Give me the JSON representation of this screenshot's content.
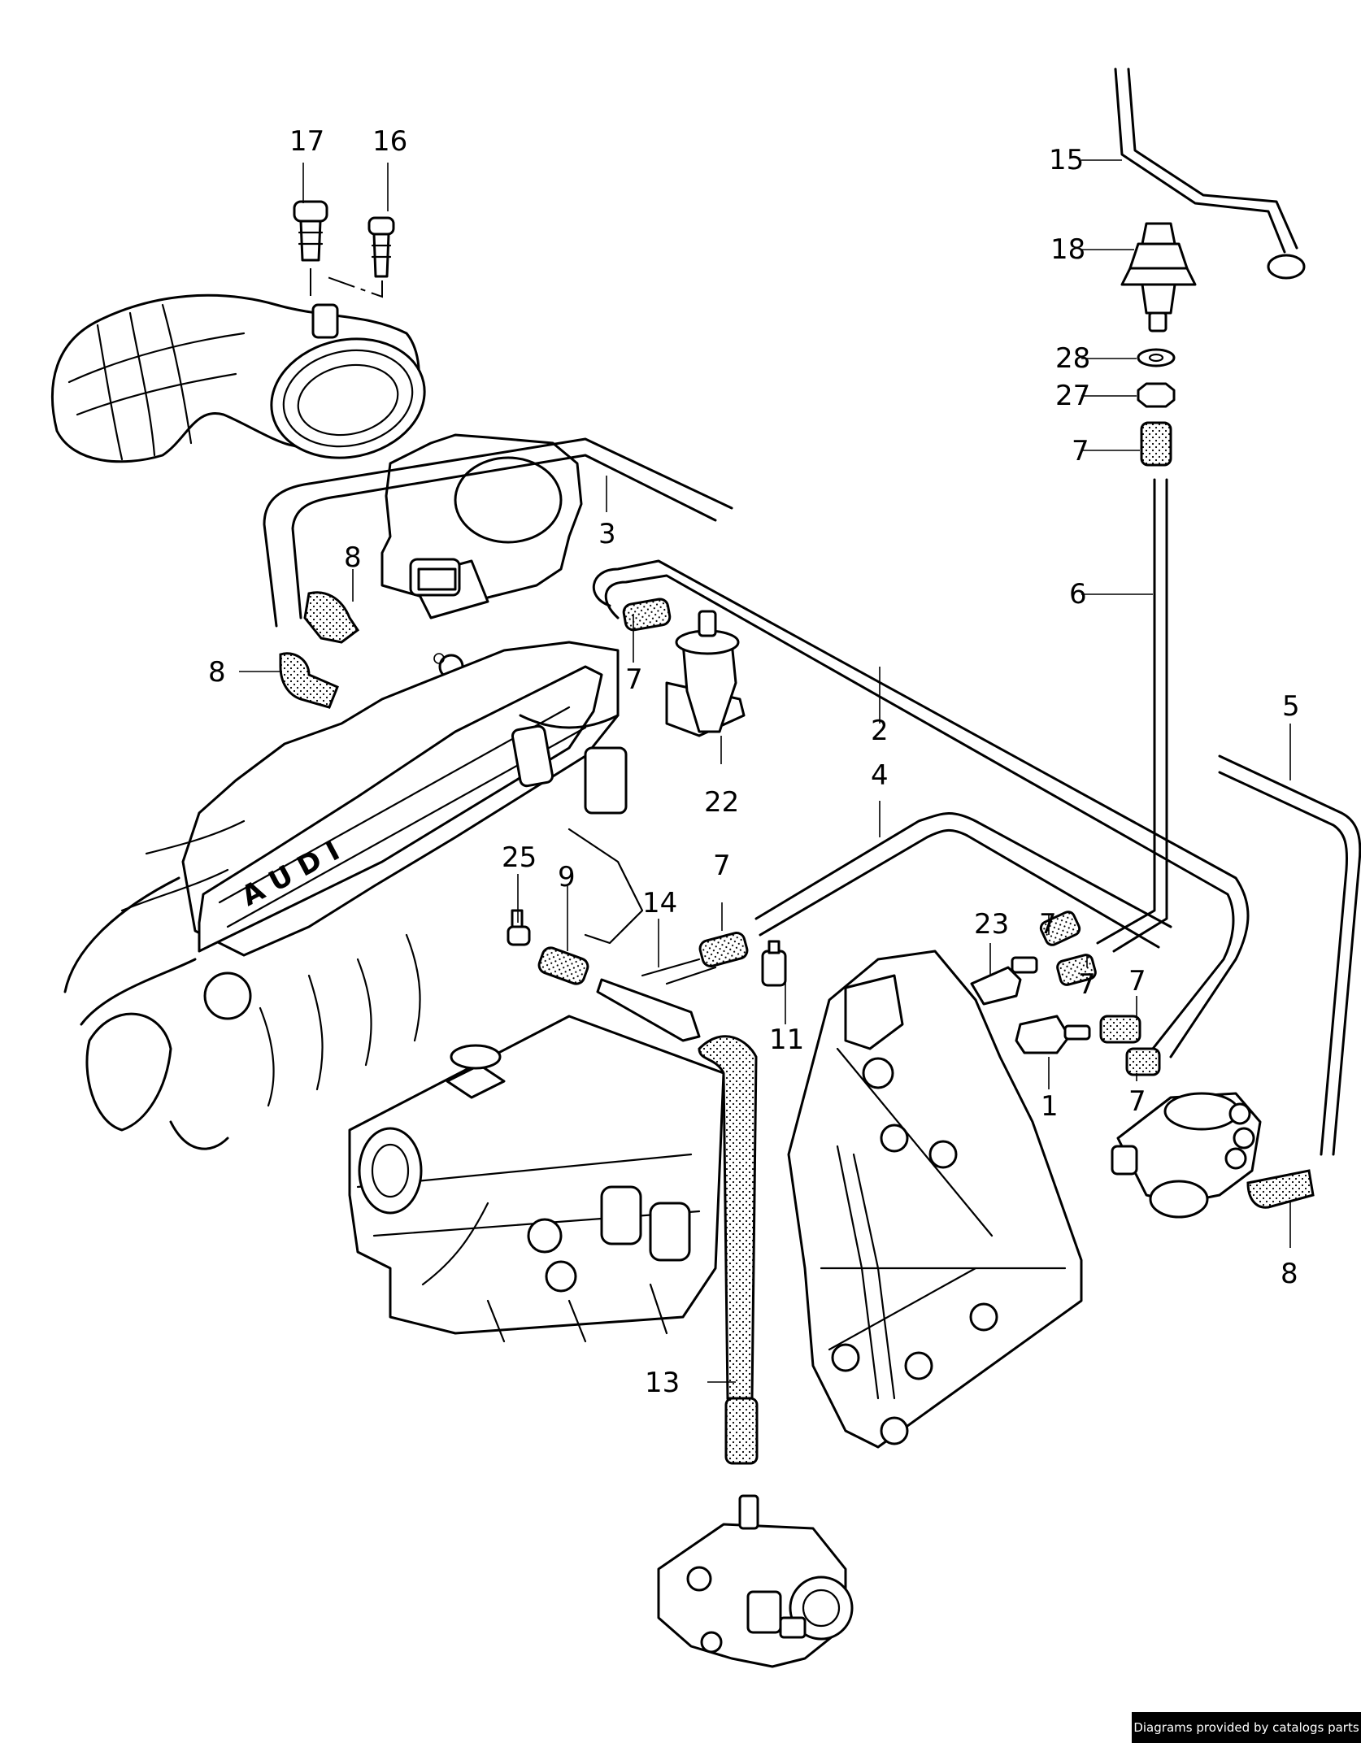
{
  "labels": {
    "p1": "1",
    "p2": "2",
    "p3": "3",
    "p4": "4",
    "p5": "5",
    "p6": "6",
    "p7": "7",
    "p8": "8",
    "p9": "9",
    "p11": "11",
    "p13": "13",
    "p14": "14",
    "p15": "15",
    "p16": "16",
    "p17": "17",
    "p18": "18",
    "p22": "22",
    "p23": "23",
    "p25": "25",
    "p27": "27",
    "p28": "28"
  },
  "footer": {
    "text": "Diagrams provided by catalogs parts"
  }
}
